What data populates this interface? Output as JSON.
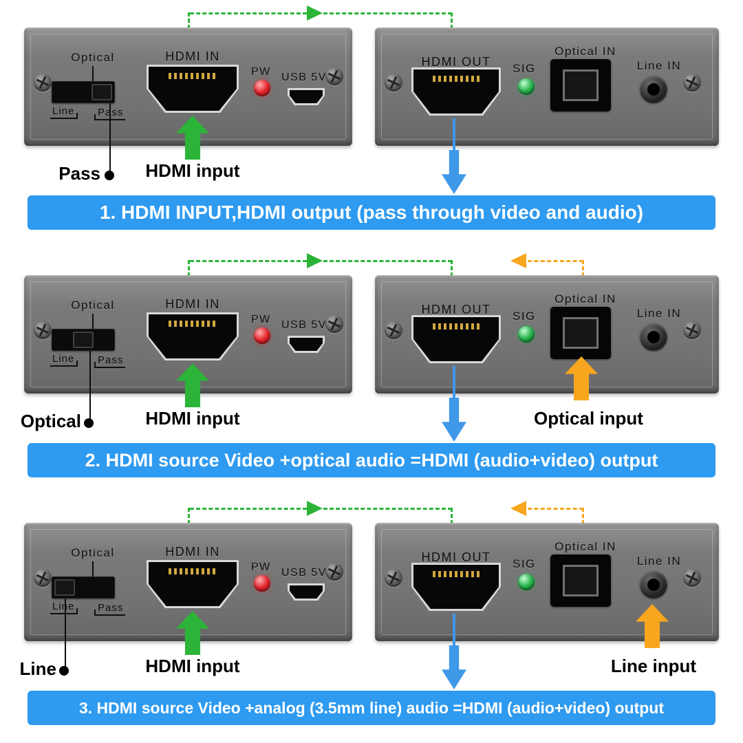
{
  "colors": {
    "panel": "#7a7a7a",
    "banner": "#2e9af0",
    "green": "#2cb438",
    "blue": "#3f98e8",
    "orange": "#f7a61e",
    "led_red": "#e3242b",
    "led_green": "#27b24b"
  },
  "panel_labels": {
    "optical": "Optical",
    "line": "Line",
    "pass": "Pass",
    "hdmi_in": "HDMI IN",
    "pw": "PW",
    "usb_5v": "USB 5V",
    "hdmi_out": "HDMI OUT",
    "sig": "SIG",
    "optical_in": "Optical IN",
    "line_in": "Line IN"
  },
  "rows": [
    {
      "switch_position": "pass",
      "switch_label": "Pass",
      "hdmi_input_label": "HDMI input",
      "right_input_label": "",
      "has_orange": false,
      "banner": "1. HDMI INPUT,HDMI output (pass through video and audio)"
    },
    {
      "switch_position": "optical",
      "switch_label": "Optical",
      "hdmi_input_label": "HDMI input",
      "right_input_label": "Optical input",
      "has_orange": true,
      "banner": "2. HDMI source Video +optical audio =HDMI (audio+video) output"
    },
    {
      "switch_position": "line",
      "switch_label": "Line",
      "hdmi_input_label": "HDMI input",
      "right_input_label": "Line input",
      "has_orange": true,
      "banner": "3. HDMI source Video +analog (3.5mm line) audio =HDMI (audio+video) output"
    }
  ]
}
